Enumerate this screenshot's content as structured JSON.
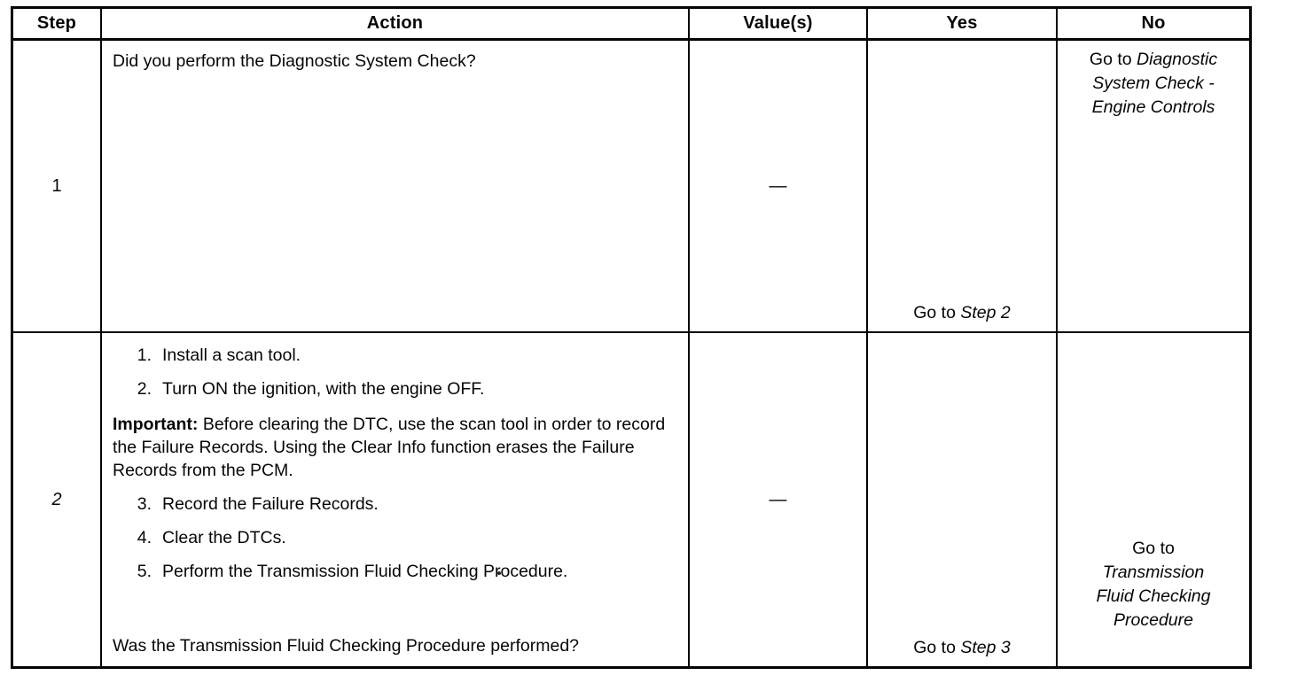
{
  "document": {
    "headers": {
      "step": "Step",
      "action": "Action",
      "values": "Value(s)",
      "yes": "Yes",
      "no": "No"
    },
    "rows": [
      {
        "step": "1",
        "action": {
          "question": "Did you perform the Diagnostic System Check?"
        },
        "value": "—",
        "yes": {
          "prefix": "Go to ",
          "target": "Step 2"
        },
        "no": {
          "prefix": "Go to ",
          "target_lines": [
            "Diagnostic",
            "System Check -",
            "Engine Controls"
          ]
        }
      },
      {
        "step": "2",
        "action": {
          "steps": [
            {
              "num": "1.",
              "text": "Install a scan tool."
            },
            {
              "num": "2.",
              "text": "Turn ON the ignition, with the engine OFF."
            },
            {
              "num": "3.",
              "text": "Record the Failure Records."
            },
            {
              "num": "4.",
              "text": "Clear the DTCs."
            },
            {
              "num": "5.",
              "text": "Perform the Transmission Fluid Checking Procedure."
            }
          ],
          "important_label": "Important:",
          "important_text": " Before clearing the DTC, use the scan tool in order to record the Failure Records. Using the Clear Info function erases the Failure Records from the PCM.",
          "question": "Was the Transmission Fluid Checking Procedure performed?"
        },
        "value": "—",
        "yes": {
          "prefix": "Go to ",
          "target": "Step 3"
        },
        "no": {
          "prefix": "Go to",
          "target_lines": [
            "Transmission",
            "Fluid Checking",
            "Procedure"
          ]
        }
      }
    ]
  }
}
